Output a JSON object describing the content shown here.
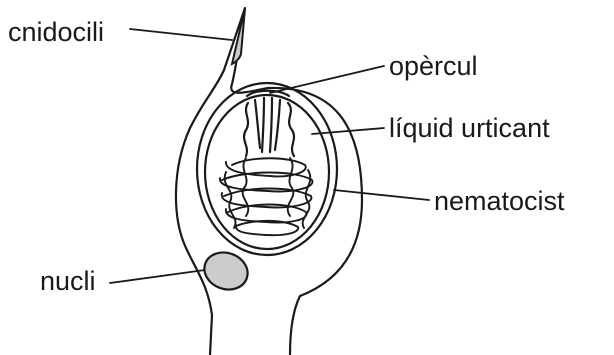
{
  "diagram": {
    "labels": {
      "cnidocili": "cnidocili",
      "opercul": "opèrcul",
      "liquid_urticant": "líquid urticant",
      "nematocist": "nematocist",
      "nucli": "nucli"
    },
    "colors": {
      "outline": "#1a1a1a",
      "nucleus_fill": "#cccccc",
      "cnidocil_fill": "#cccccc",
      "background": "#ffffff"
    }
  }
}
